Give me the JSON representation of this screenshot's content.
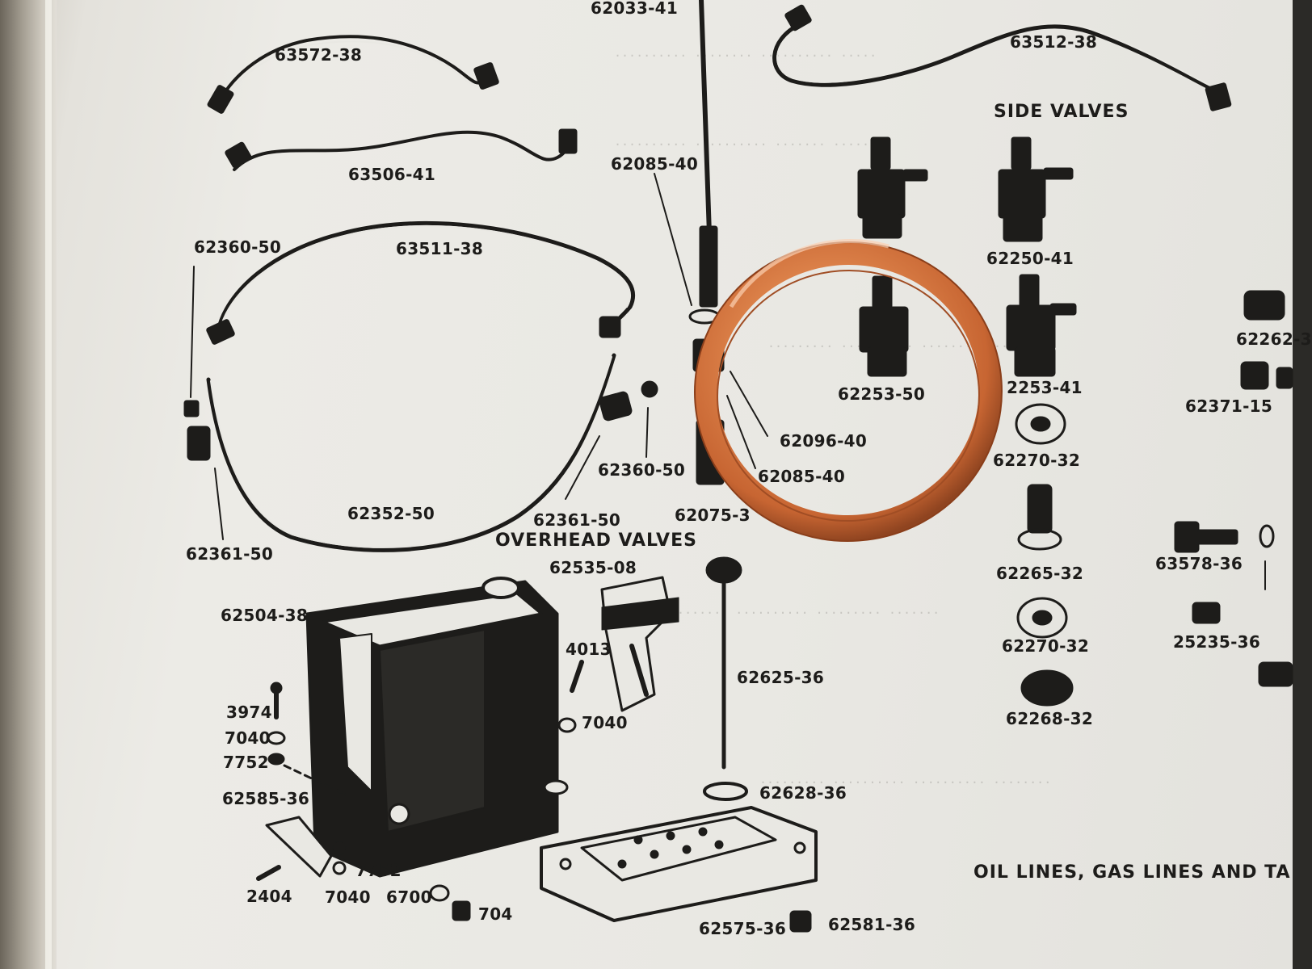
{
  "labels": {
    "p62033_41": "62033-41",
    "p63572_38": "63572-38",
    "p63512_38": "63512-38",
    "side_valves": "SIDE VALVES",
    "p62085_40_top": "62085-40",
    "p63506_41": "63506-41",
    "p62360_50_left": "62360-50",
    "p63511_38": "63511-38",
    "p62250_41": "62250-41",
    "p62262_3": "62262-3",
    "p62253_50": "62253-50",
    "p62253_41": "2253-41",
    "p62371_15": "62371-15",
    "p62096_40": "62096-40",
    "p62270_32_a": "62270-32",
    "p62360_50_mid": "62360-50",
    "p62085_40_bot": "62085-40",
    "p62352_50": "62352-50",
    "p62361_50_mid": "62361-50",
    "p62075": "62075-3",
    "p62361_50_left": "62361-50",
    "overhead_valves": "OVERHEAD VALVES",
    "p62535_08": "62535-08",
    "p62265_32": "62265-32",
    "p63578_36": "63578-36",
    "p62504_38": "62504-38",
    "p62270_32_b": "62270-32",
    "p25235_36": "25235-36",
    "p4013": "4013",
    "p62625_36": "62625-36",
    "p3974": "3974",
    "p7040_a": "7040",
    "p7040_b": "7040",
    "p62268_32": "62268-32",
    "p7752_a": "7752",
    "p62585_36": "62585-36",
    "p62628_36": "62628-36",
    "p7752_b": "7752",
    "oil_lines": "OIL LINES, GAS LINES AND TA",
    "p2404": "2404",
    "p7040_c": "7040",
    "p6700": "6700",
    "p704": "704",
    "p62575_36": "62575-36",
    "p62581_36": "62581-36"
  },
  "colors": {
    "ink": "#1d1c1a",
    "paper": "#e9e8e3",
    "copper_light": "#f0a27a",
    "copper_mid": "#d6763e",
    "copper_dark": "#9a4a22"
  },
  "objects": {
    "copper_washer": "copper-crush-washer"
  }
}
